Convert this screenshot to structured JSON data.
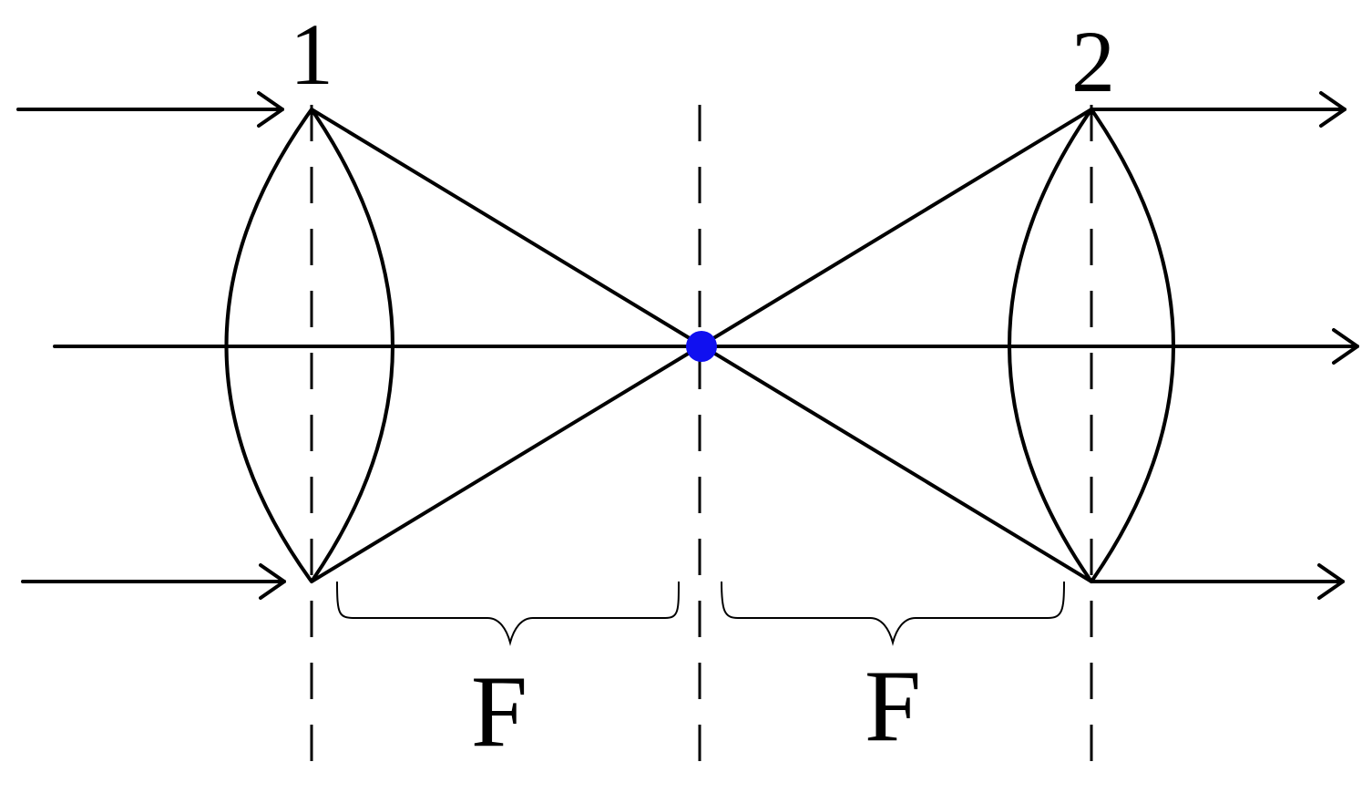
{
  "lenses": {
    "lens_1_label": "1",
    "lens_2_label": "2"
  },
  "distances": {
    "left_label": "F",
    "right_label": "F"
  },
  "colors": {
    "stroke": "#000000",
    "focal_point": "#1010f0",
    "background": "#ffffff"
  }
}
